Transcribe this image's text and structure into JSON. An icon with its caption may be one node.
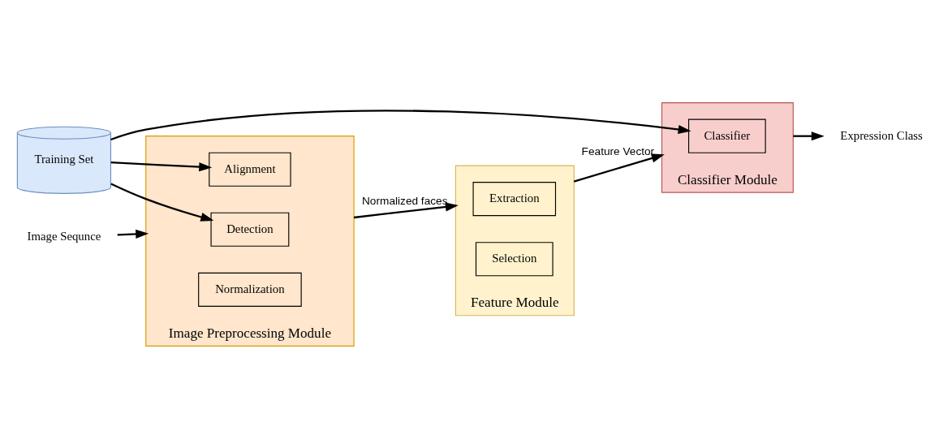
{
  "diagram": {
    "nodes": [
      {
        "text": [
          "Training Set"
        ]
      },
      {
        "text": [
          "Image Sequnce"
        ]
      },
      {
        "text": [
          "Image Preprocessing Module"
        ]
      },
      {
        "text": [
          "Detection"
        ],
        "in": 2
      },
      {
        "text": [
          "Alignment"
        ],
        "in": 2
      },
      {
        "text": [
          "Normalization"
        ],
        "in": 2
      },
      {
        "text": [
          "Feature Module"
        ]
      },
      {
        "text": [
          "Extraction"
        ],
        "in": 6
      },
      {
        "text": [
          "Selection"
        ],
        "in": 6
      },
      {
        "text": [
          "Classifier Module"
        ]
      },
      {
        "text": [
          "Classifier"
        ],
        "in": 9
      },
      {
        "text": [
          "Expression Class"
        ]
      }
    ],
    "edges": [
      {
        "from": 0,
        "to": 3,
        "arrow": "to"
      },
      {
        "from": 0,
        "to": 4,
        "arrow": "to"
      },
      {
        "from": 0,
        "to": 10,
        "arrow": "to"
      },
      {
        "from": 1,
        "to": 2,
        "arrow": "to"
      },
      {
        "from": 2,
        "to": 6,
        "arrow": "to",
        "label": "Normalized faces"
      },
      {
        "from": 6,
        "to": 9,
        "arrow": "to",
        "label": "Feature Vector"
      },
      {
        "from": 9,
        "to": 11,
        "arrow": "to"
      }
    ]
  }
}
